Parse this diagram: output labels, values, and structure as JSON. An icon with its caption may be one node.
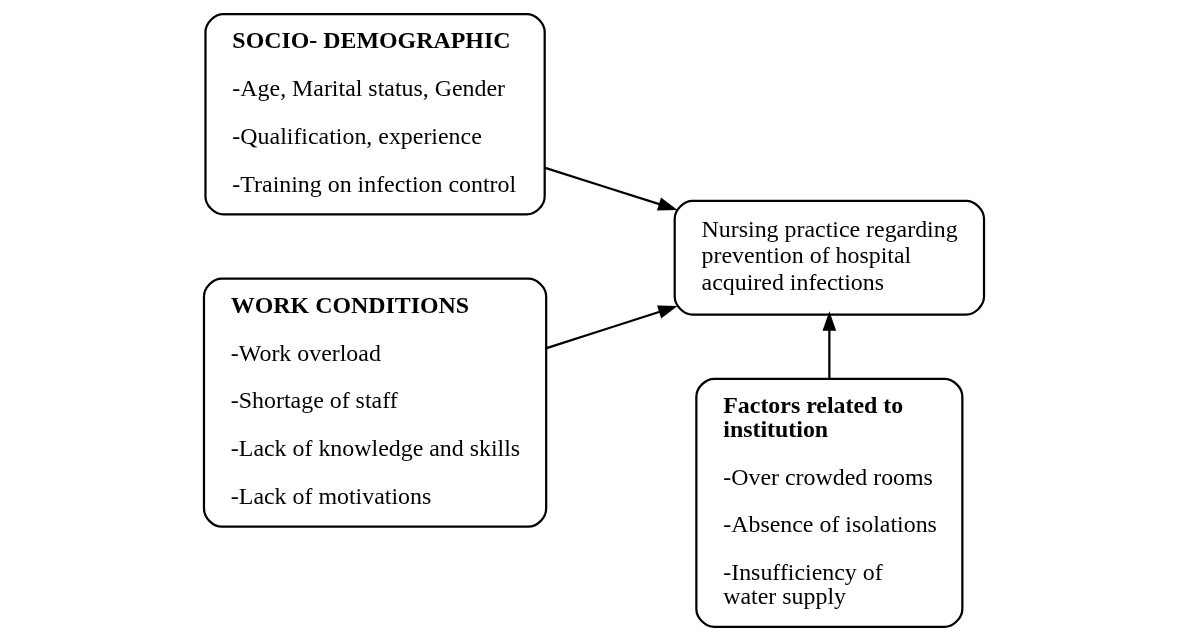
{
  "diagram": {
    "nodes": [
      {
        "text": [
          "SOCIO- DEMOGRAPHIC",
          "-Age, Marital status, Gender",
          "-Qualification, experience",
          "-Training on infection control"
        ]
      },
      {
        "text": [
          "Nursing practice regarding prevention of hospital acquired infections"
        ]
      },
      {
        "text": [
          "WORK CONDITIONS",
          "-Work overload",
          "-Shortage of staff",
          "-Lack of knowledge and skills",
          "-Lack of motivations"
        ]
      },
      {
        "text": [
          "Factors related to institution",
          "-Over crowded rooms",
          "-Absence of isolations",
          "-Insufficiency of water supply"
        ]
      }
    ],
    "edges": [
      {
        "from": 0,
        "to": 1,
        "arrow": "to"
      },
      {
        "from": 2,
        "to": 1,
        "arrow": "to"
      },
      {
        "from": 3,
        "to": 1,
        "arrow": "to"
      }
    ]
  }
}
